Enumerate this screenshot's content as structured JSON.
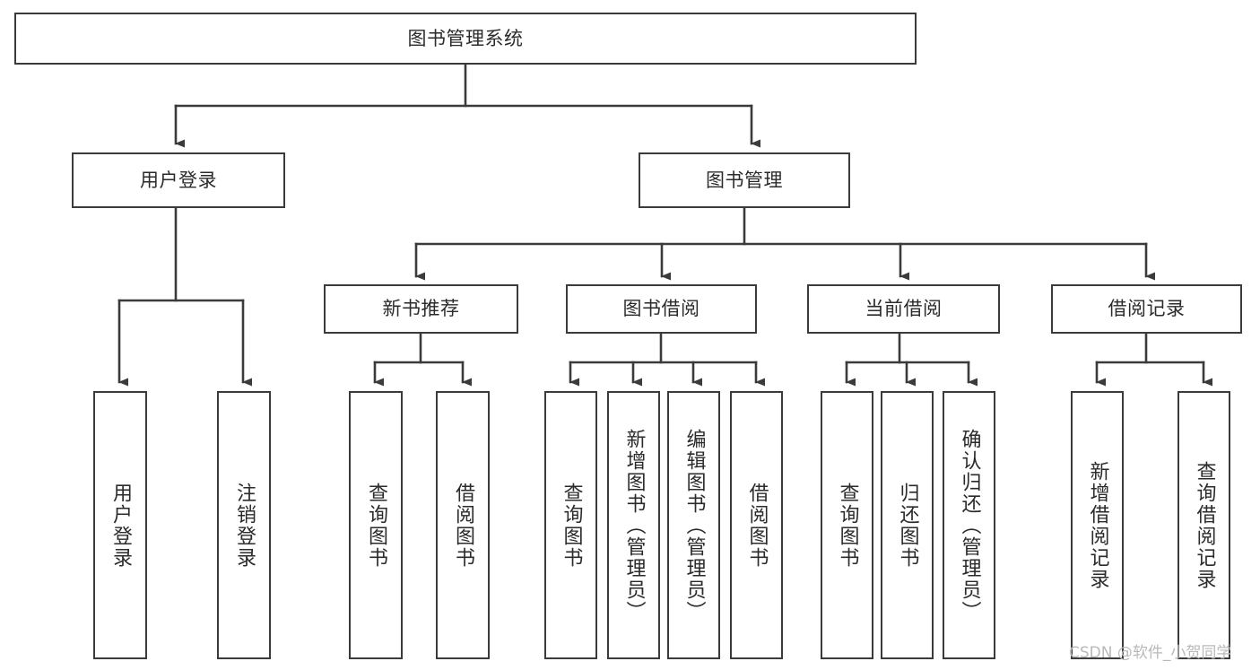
{
  "diagram": {
    "title": "图书管理系统",
    "type": "tree",
    "stroke_color": "#3b3b3b",
    "text_color": "#2b2b2b",
    "background_color": "#ffffff",
    "nodes": {
      "root": {
        "label": "图书管理系统"
      },
      "l2": [
        {
          "id": "user-login",
          "label": "用户登录"
        },
        {
          "id": "book-manage",
          "label": "图书管理"
        }
      ],
      "user_login_children": [
        {
          "id": "user-login-leaf",
          "label": "用户登录"
        },
        {
          "id": "user-logout-leaf",
          "label": "注销登录"
        }
      ],
      "book_manage_children": [
        {
          "id": "new-book-recommend",
          "label": "新书推荐"
        },
        {
          "id": "book-borrow",
          "label": "图书借阅"
        },
        {
          "id": "current-borrow",
          "label": "当前借阅"
        },
        {
          "id": "borrow-record",
          "label": "借阅记录"
        }
      ],
      "new_book_recommend_children": [
        {
          "id": "query-book-1",
          "label": "查询图书"
        },
        {
          "id": "borrow-book-1",
          "label": "借阅图书"
        }
      ],
      "book_borrow_children": [
        {
          "id": "query-book-2",
          "label": "查询图书"
        },
        {
          "id": "add-book-admin",
          "label": "新增图书（管理员）"
        },
        {
          "id": "edit-book-admin",
          "label": "编辑图书（管理员）"
        },
        {
          "id": "borrow-book-2",
          "label": "借阅图书"
        }
      ],
      "current_borrow_children": [
        {
          "id": "query-book-3",
          "label": "查询图书"
        },
        {
          "id": "return-book",
          "label": "归还图书"
        },
        {
          "id": "confirm-return-admin",
          "label": "确认归还（管理员）"
        }
      ],
      "borrow_record_children": [
        {
          "id": "add-borrow-record",
          "label": "新增借阅记录"
        },
        {
          "id": "query-borrow-record",
          "label": "查询借阅记录"
        }
      ]
    },
    "watermark": "CSDN @软件_小贺同学"
  }
}
